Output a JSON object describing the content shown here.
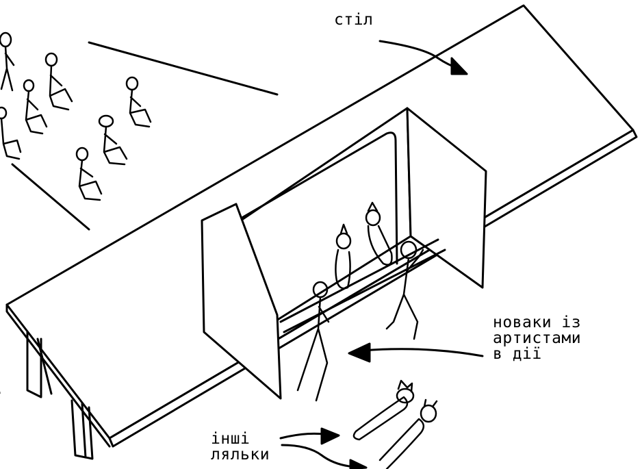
{
  "labels": {
    "table": "стіл",
    "screens": "новаки із\nартистами\nв дії",
    "other_puppets": "інші\nляльки",
    "left_cut": "и\ne"
  },
  "colors": {
    "ink": "#000000",
    "paper": "#ffffff"
  }
}
